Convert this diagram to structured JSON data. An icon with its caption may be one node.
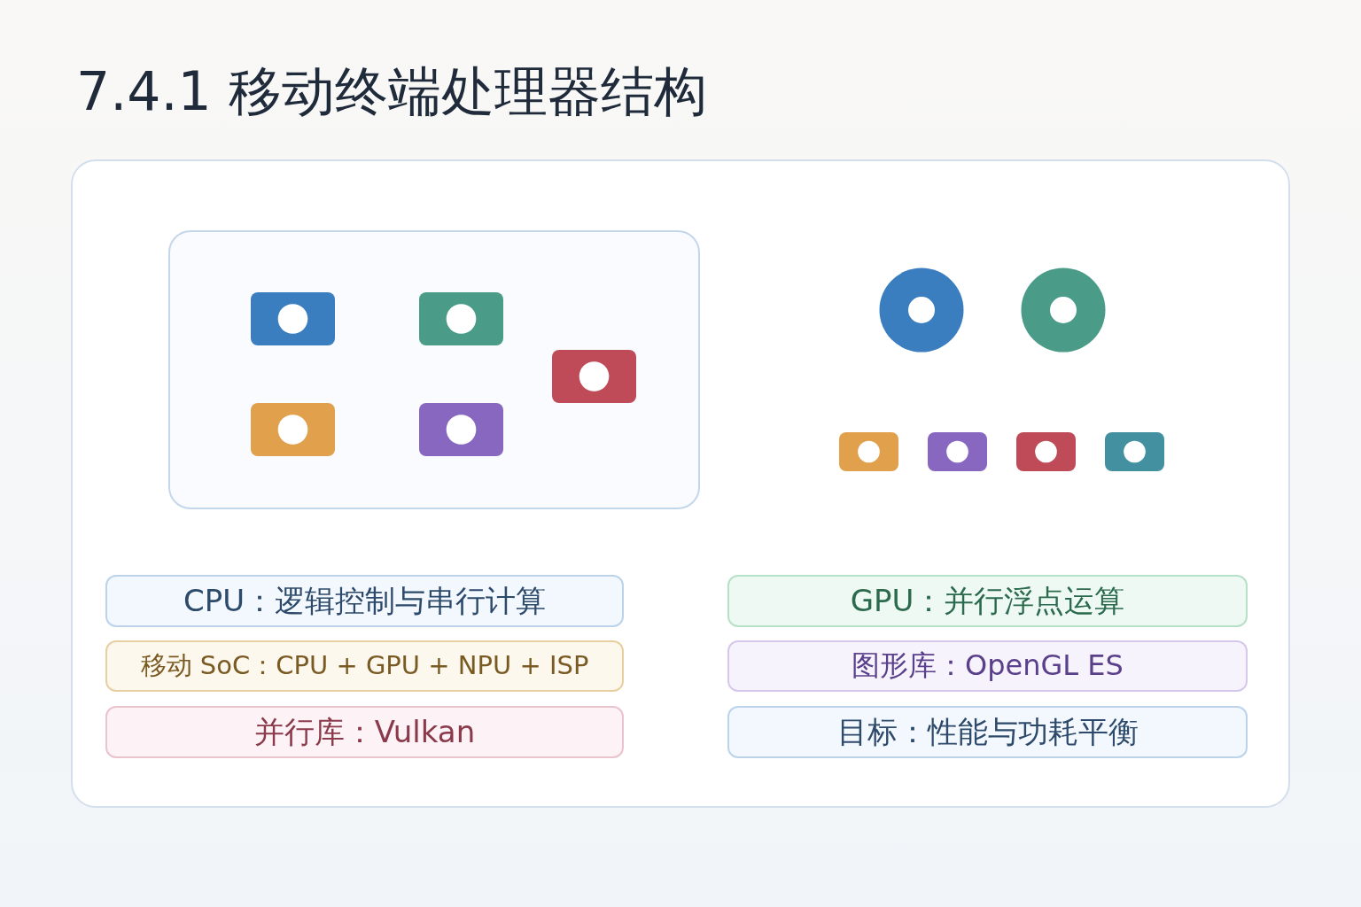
{
  "diagram": {
    "title": "7.4.1 移动终端处理器结构",
    "nodes": [
      {
        "text": [
          "CPU：逻辑控制与串行计算"
        ]
      },
      {
        "text": [
          "移动 SoC：CPU + GPU + NPU + ISP"
        ]
      },
      {
        "text": [
          "并行库：Vulkan"
        ]
      },
      {
        "text": [
          "GPU：并行浮点运算"
        ]
      },
      {
        "text": [
          "图形库：OpenGL ES"
        ]
      },
      {
        "text": [
          "目标：性能与功耗平衡"
        ]
      }
    ]
  }
}
